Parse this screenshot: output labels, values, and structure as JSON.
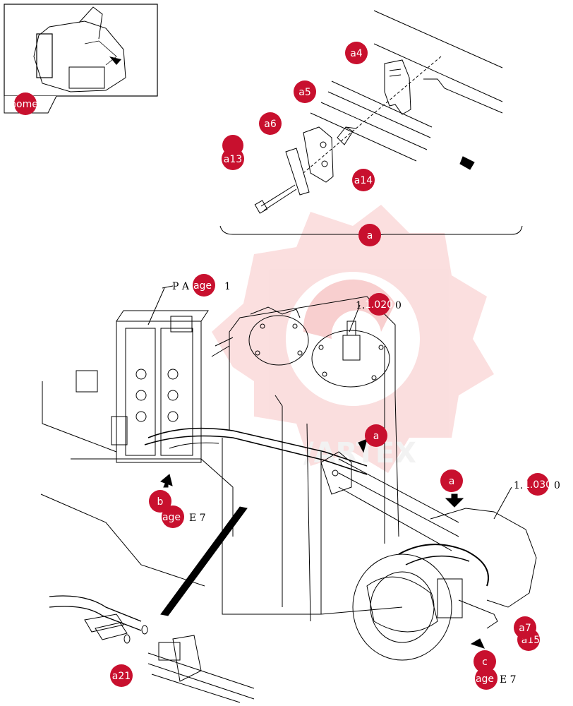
{
  "hotspots": {
    "home": "home",
    "a4": "a4",
    "a5": "a5",
    "a6": "a6",
    "a13": "a13",
    "a14": "a14",
    "a": "a",
    "page_top": "age",
    "a_mid": "a",
    "a_right": "a",
    "b": "b",
    "page_b": "age",
    "a7": "a7",
    "c": "c",
    "page_c": "age",
    "a21": "a21",
    "a15": "a15",
    "ref_1020": "1.020",
    "ref_1030": "1.030"
  },
  "labels": {
    "page_top_prefix": "P A",
    "page_top_suffix": "1",
    "ref_1020_prefix": "1.",
    "ref_1020_suffix": "0",
    "ref_1030_prefix": "1.",
    "ref_1030_suffix": "0",
    "page_b_suffix": "E    7",
    "page_c_suffix": "E    7"
  },
  "colors": {
    "hotspot": "#c8102e",
    "hotspot_text": "#ffffff",
    "line": "#000000",
    "watermark": "#f5b5b5"
  }
}
